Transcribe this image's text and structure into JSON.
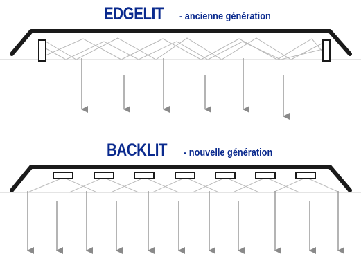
{
  "edgelit": {
    "title": "EDGELIT",
    "subtitle": "- ancienne génération"
  },
  "backlit": {
    "title": "BACKLIT",
    "subtitle": "- nouvelle génération"
  },
  "colors": {
    "title": "#0a2a8e",
    "frame": "#1a1a1a",
    "light_rays": "#b3b3b3",
    "arrows": "#8a8a8a"
  }
}
